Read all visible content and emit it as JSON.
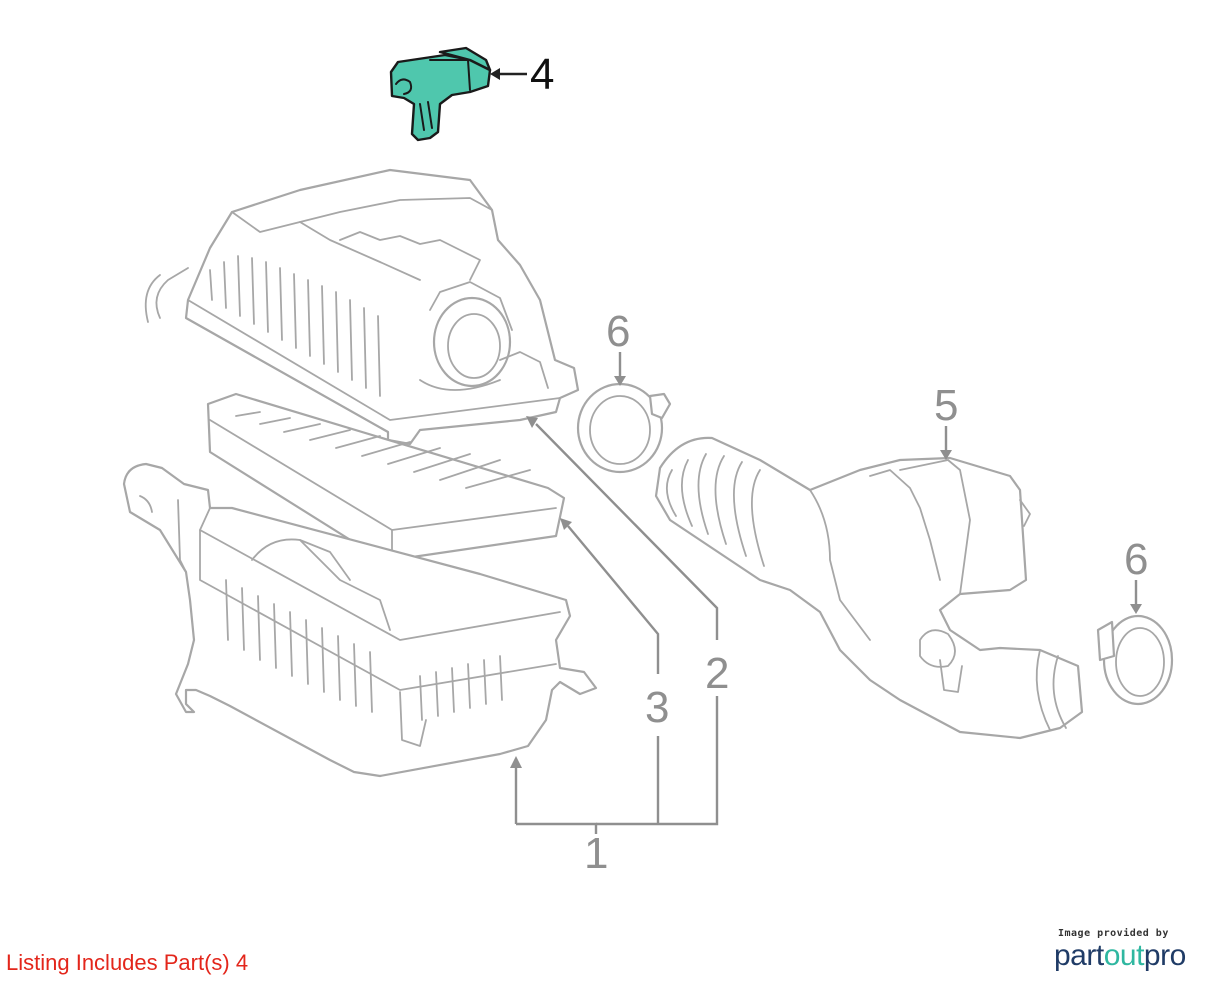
{
  "diagram": {
    "callouts": [
      {
        "id": "1",
        "label": "1"
      },
      {
        "id": "2",
        "label": "2"
      },
      {
        "id": "3",
        "label": "3"
      },
      {
        "id": "4",
        "label": "4"
      },
      {
        "id": "5",
        "label": "5"
      },
      {
        "id": "6a",
        "label": "6"
      },
      {
        "id": "6b",
        "label": "6"
      }
    ],
    "highlight_color": "#4fc7ad",
    "line_color": "#a7a7a7"
  },
  "listing_note": "Listing Includes Part(s) 4",
  "listing_note_color": "#e3261b",
  "provider": {
    "caption": "Image provided by",
    "logo_part1": "part",
    "logo_part2": "out",
    "logo_part3": "pro"
  }
}
